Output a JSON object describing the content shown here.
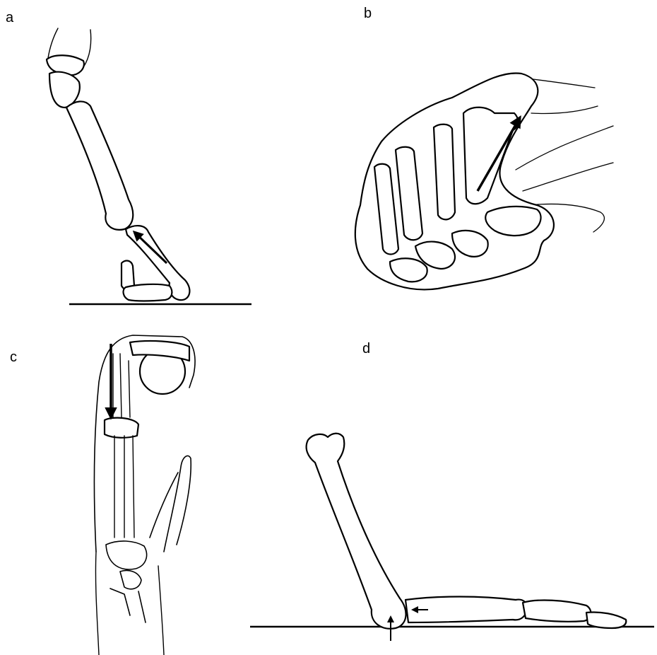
{
  "panels": {
    "a": {
      "label": "a"
    },
    "b": {
      "label": "b"
    },
    "c": {
      "label": "c"
    },
    "d": {
      "label": "d"
    }
  }
}
